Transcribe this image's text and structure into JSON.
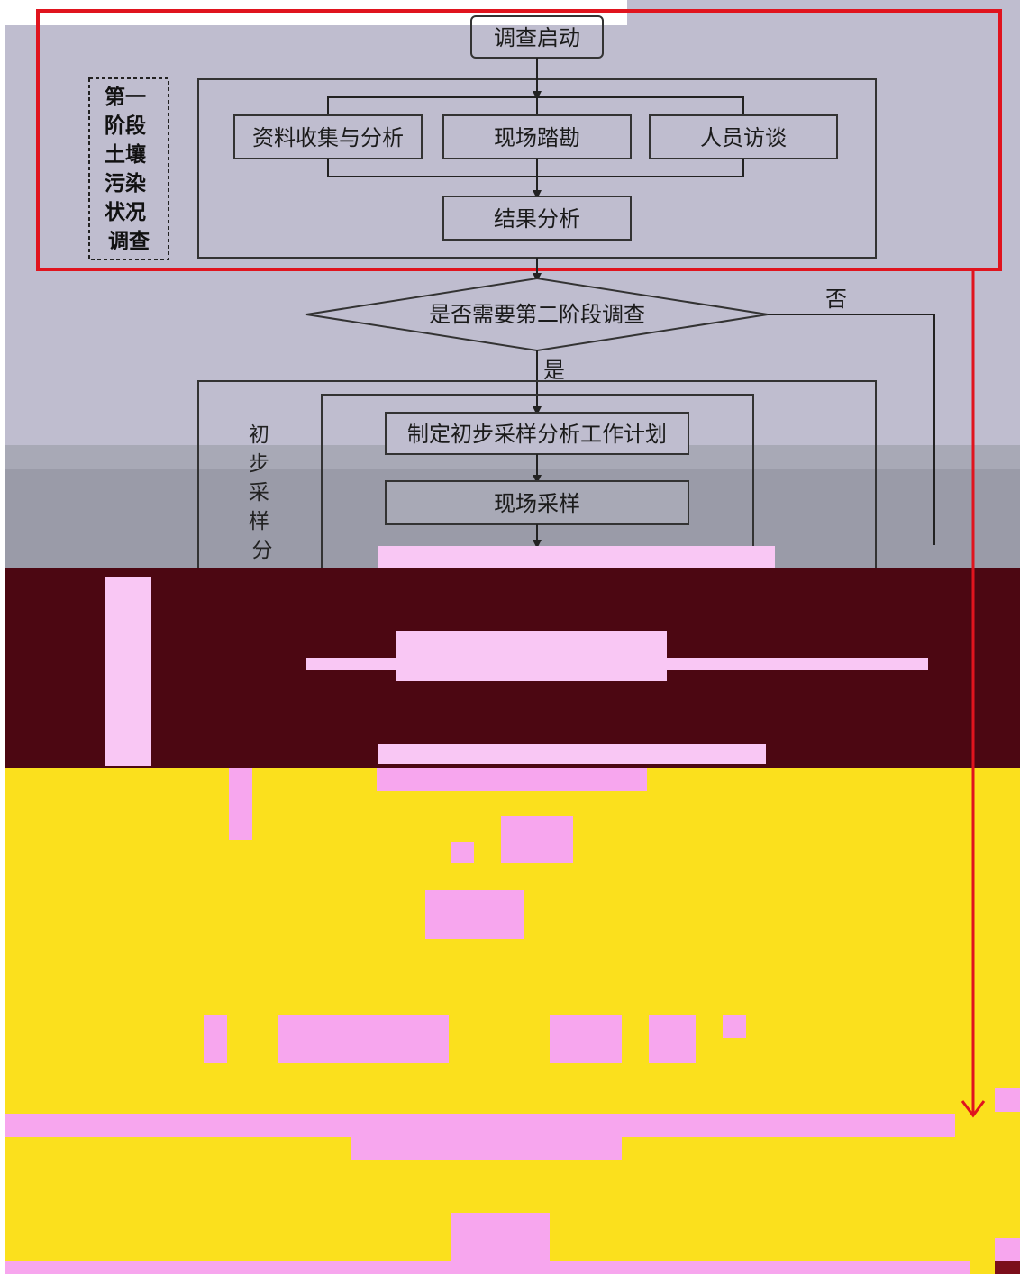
{
  "flowchart": {
    "start": "调查启动",
    "phase1_label": "第一阶段土壤污染状况调查",
    "phase1_steps": [
      "资料收集与分析",
      "现场踏勘",
      "人员访谈"
    ],
    "phase1_result": "结果分析",
    "decision": "是否需要第二阶段调查",
    "decision_no": "否",
    "decision_yes": "是",
    "phase2_label": "初步采样分析",
    "phase2_steps": [
      "制定初步采样分析工作计划",
      "现场采样"
    ]
  },
  "colors": {
    "highlight_box": "#e0141e",
    "band_top": "#bfbdcf",
    "band_maroon": "#4c0712",
    "band_yellow": "#fbe01d",
    "artifact_pink": "#f7a6ee"
  }
}
